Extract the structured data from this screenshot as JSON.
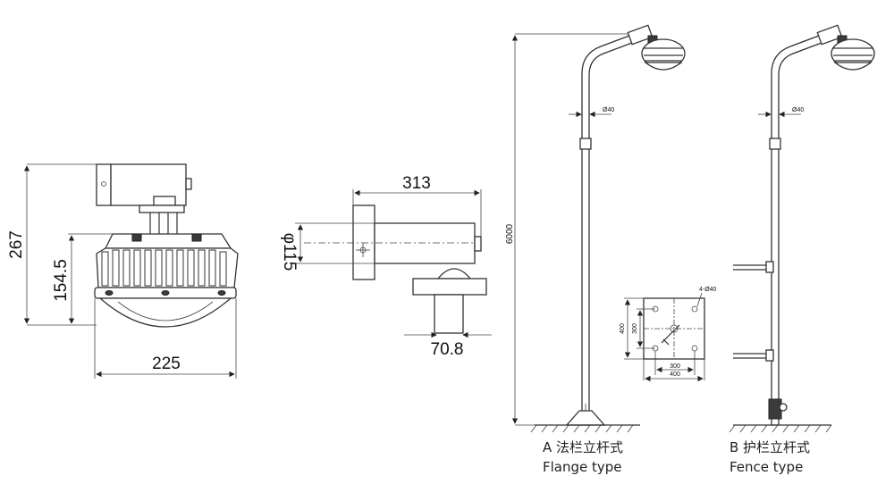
{
  "front_view": {
    "height_total": "267",
    "height_body": "154.5",
    "width": "225"
  },
  "side_view": {
    "length": "313",
    "diameter": "φ115",
    "mount_width": "70.8"
  },
  "pole": {
    "height": "6000",
    "tube_label_a": "Ø40",
    "tube_label_b": "Ø40"
  },
  "base_plate": {
    "outer_w": "400",
    "inner_w": "300",
    "outer_h": "400",
    "inner_h": "300",
    "holes": "4-Ø40"
  },
  "captions": {
    "a_cn": "A 法栏立杆式",
    "a_en": "Flange type",
    "b_cn": "B 护栏立杆式",
    "b_en": "Fence type"
  },
  "colors": {
    "line": "#333333",
    "background": "#ffffff"
  }
}
